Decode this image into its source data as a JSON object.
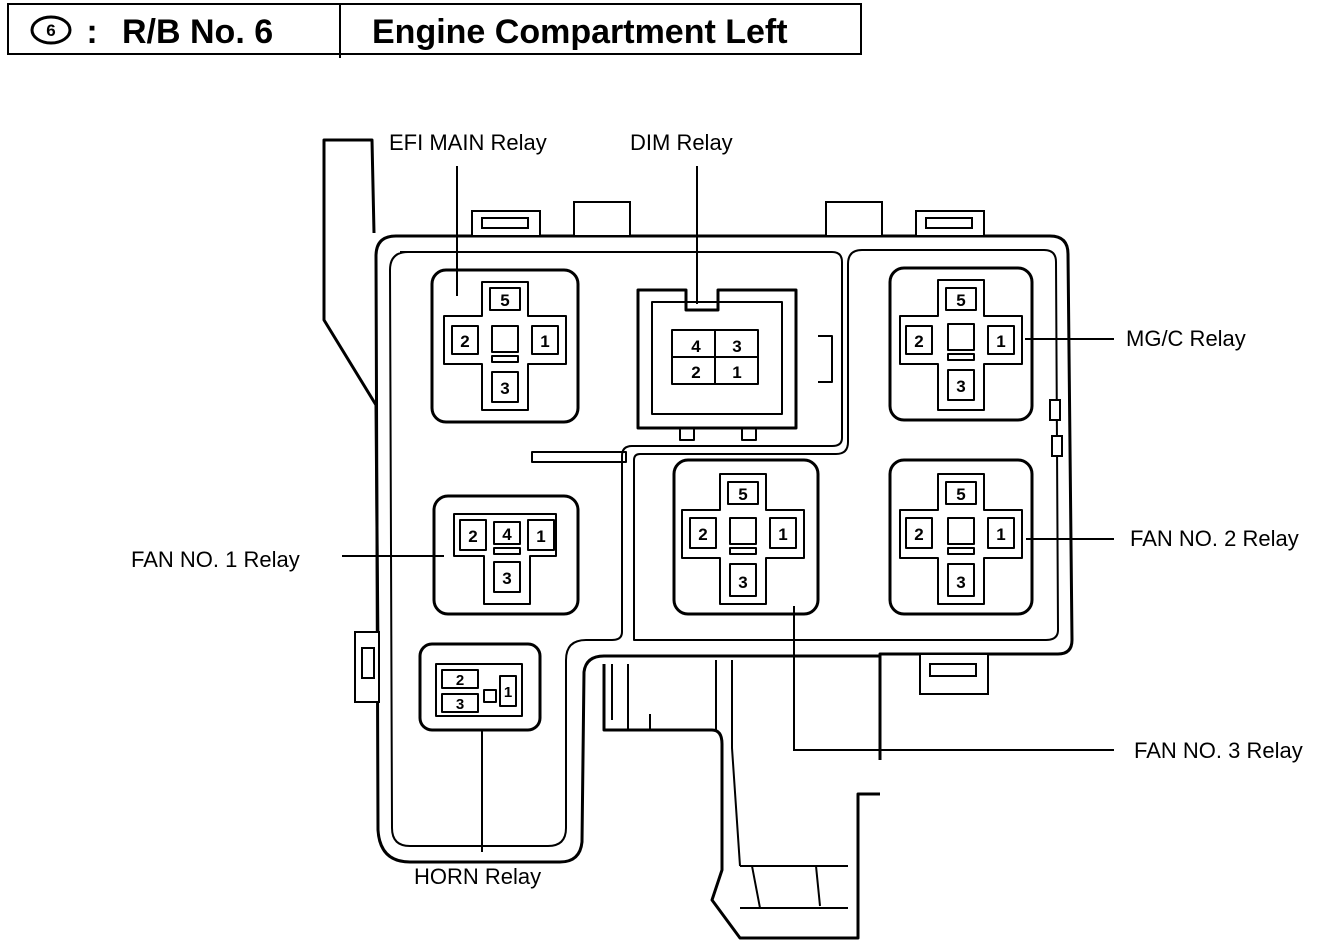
{
  "header": {
    "badge_number": "6",
    "separator": ":",
    "block_name": "R/B No. 6",
    "location": "Engine Compartment Left"
  },
  "relays": {
    "efi_main": {
      "label": "EFI MAIN Relay",
      "pins": {
        "top": "5",
        "left": "2",
        "right": "1",
        "bottom": "3"
      }
    },
    "dim": {
      "label": "DIM Relay",
      "pins": {
        "top_left": "4",
        "top_right": "3",
        "bottom_left": "2",
        "bottom_right": "1"
      }
    },
    "mgc": {
      "label": "MG/C Relay",
      "pins": {
        "top": "5",
        "left": "2",
        "right": "1",
        "bottom": "3"
      }
    },
    "fan1": {
      "label": "FAN NO. 1 Relay",
      "pins": {
        "left": "2",
        "center": "4",
        "right": "1",
        "bottom": "3"
      }
    },
    "fan2": {
      "label": "FAN NO. 2 Relay",
      "pins": {
        "top": "5",
        "left": "2",
        "right": "1",
        "bottom": "3"
      }
    },
    "fan3": {
      "label": "FAN NO. 3 Relay",
      "pins": {
        "top": "5",
        "left": "2",
        "right": "1",
        "bottom": "3"
      }
    },
    "horn": {
      "label": "HORN Relay",
      "pins": {
        "upper_left": "2",
        "lower_left": "3",
        "right": "1"
      }
    }
  }
}
